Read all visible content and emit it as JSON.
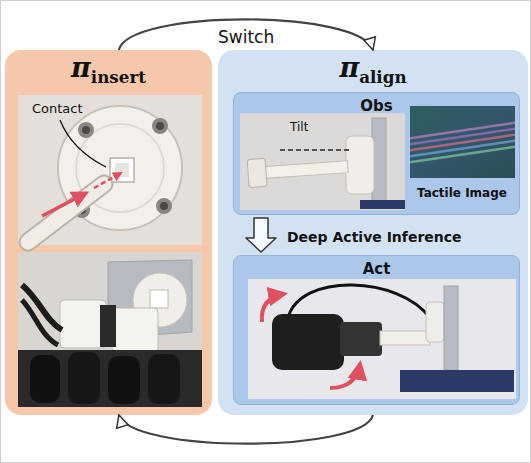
{
  "diagram": {
    "nodes": [
      {
        "text": [
          "πinsert"
        ]
      },
      {
        "text": [
          "πalign"
        ]
      },
      {
        "text": [
          "Obs"
        ],
        "in": 1
      },
      {
        "text": [
          "Act"
        ],
        "in": 1
      }
    ],
    "edges": [
      {
        "from": 0,
        "to": 1,
        "label": "Switch",
        "arrow": "to"
      },
      {
        "from": 1,
        "to": 0,
        "arrow": "to"
      },
      {
        "from": 2,
        "to": 3,
        "label": "Deep Active Inference",
        "arrow": "to"
      }
    ],
    "labels": [
      "Contact",
      "Tilt",
      "Tactile Image"
    ]
  }
}
